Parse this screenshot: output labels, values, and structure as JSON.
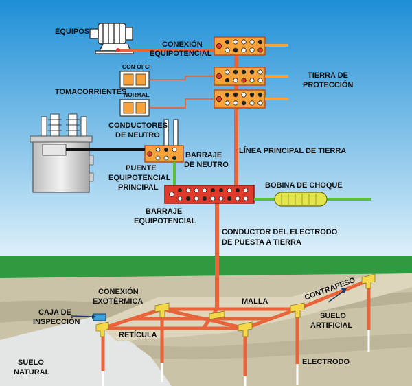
{
  "labels": {
    "equipos": "EQUIPOS",
    "conexion_1": "CONEXIÓN",
    "conexion_2": "EQUIPOTENCIAL",
    "tomacorrientes": "TOMACORRIENTES",
    "con_ofci": "CON OFCI",
    "normal": "NORMAL",
    "tierra_1": "TIERRA DE",
    "tierra_2": "PROTECCIÓN",
    "conductores_1": "CONDUCTORES",
    "conductores_2": "DE NEUTRO",
    "linea_principal": "LÍNEA PRINCIPAL DE TIERRA",
    "barraje_neutro_1": "BARRAJE",
    "barraje_neutro_2": "DE NEUTRO",
    "puente_1": "PUENTE",
    "puente_2": "EQUIPOTENCIAL",
    "puente_3": "PRINCIPAL",
    "bobina": "BOBINA DE CHOQUE",
    "barraje_equi_1": "BARRAJE",
    "barraje_equi_2": "EQUIPOTENCIAL",
    "conductor_1": "CONDUCTOR DEL ELECTRODO",
    "conductor_2": "DE PUESTA A TIERRA",
    "exo_1": "CONEXIÓN",
    "exo_2": "EXOTÉRMICA",
    "malla": "MALLA",
    "contrapeso": "CONTRAPESO",
    "caja_1": "CAJA DE",
    "caja_2": "INSPECCIÓN",
    "reticula": "RETÍCULA",
    "suelo_art_1": "SUELO",
    "suelo_art_2": "ARTIFICIAL",
    "suelo_nat_1": "SUELO",
    "suelo_nat_2": "NATURAL",
    "electrodo": "ELECTRODO"
  },
  "colors": {
    "sky_top": "#1e8fd6",
    "sky_bottom": "#dff1fb",
    "grass": "#2f9a3f",
    "soil": "#cbc3a8",
    "conductor": "#e8643a",
    "busbar": "#f7a23a",
    "busbar_red": "#e03a2a",
    "neutral_green": "#5cbf3a",
    "choke_coil": "#e2e64a",
    "transformer": "#d9d9d9",
    "text": "#111111"
  },
  "icons": [
    "motor-icon",
    "outlet-icon",
    "transformer-icon",
    "busbar-icon",
    "choke-coil-icon",
    "inspection-box-icon",
    "exothermic-joint-icon"
  ]
}
